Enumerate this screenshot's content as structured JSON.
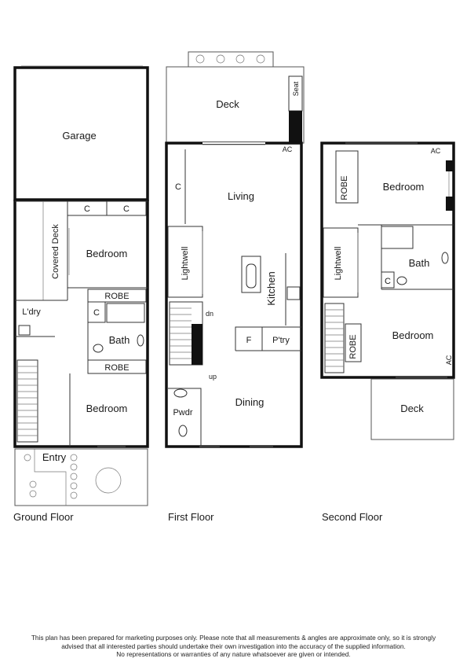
{
  "floors": [
    {
      "name": "Ground Floor"
    },
    {
      "name": "First Floor"
    },
    {
      "name": "Second Floor"
    }
  ],
  "ground": {
    "garage": "Garage",
    "c1": "C",
    "c2": "C",
    "covered_deck": "Covered Deck",
    "bedroom1": "Bedroom",
    "robe1": "ROBE",
    "c3": "C",
    "laundry": "L'dry",
    "bath": "Bath",
    "robe2": "ROBE",
    "bedroom2": "Bedroom",
    "entry": "Entry"
  },
  "first": {
    "deck": "Deck",
    "seat": "Seat",
    "ac": "AC",
    "c": "C",
    "living": "Living",
    "lightwell": "Lightwell",
    "kitchen": "Kitchen",
    "dn": "dn",
    "f": "F",
    "pantry": "P'try",
    "up": "up",
    "pwdr": "Pwdr",
    "dining": "Dining"
  },
  "second": {
    "ac1": "AC",
    "robe1": "ROBE",
    "bedroom1": "Bedroom",
    "lightwell": "Lightwell",
    "bath": "Bath",
    "c": "C",
    "robe2": "ROBE",
    "bedroom2": "Bedroom",
    "ac2": "AC",
    "deck": "Deck"
  },
  "disclaimer": {
    "line1": "This plan has been prepared for marketing purposes only. Please note that all measurements & angles are approximate only, so it is strongly",
    "line2": "advised that all interested parties should undertake their own investigation into the accuracy of the supplied information.",
    "line3": "No representations or warranties of any nature whatsoever are given or intended."
  }
}
